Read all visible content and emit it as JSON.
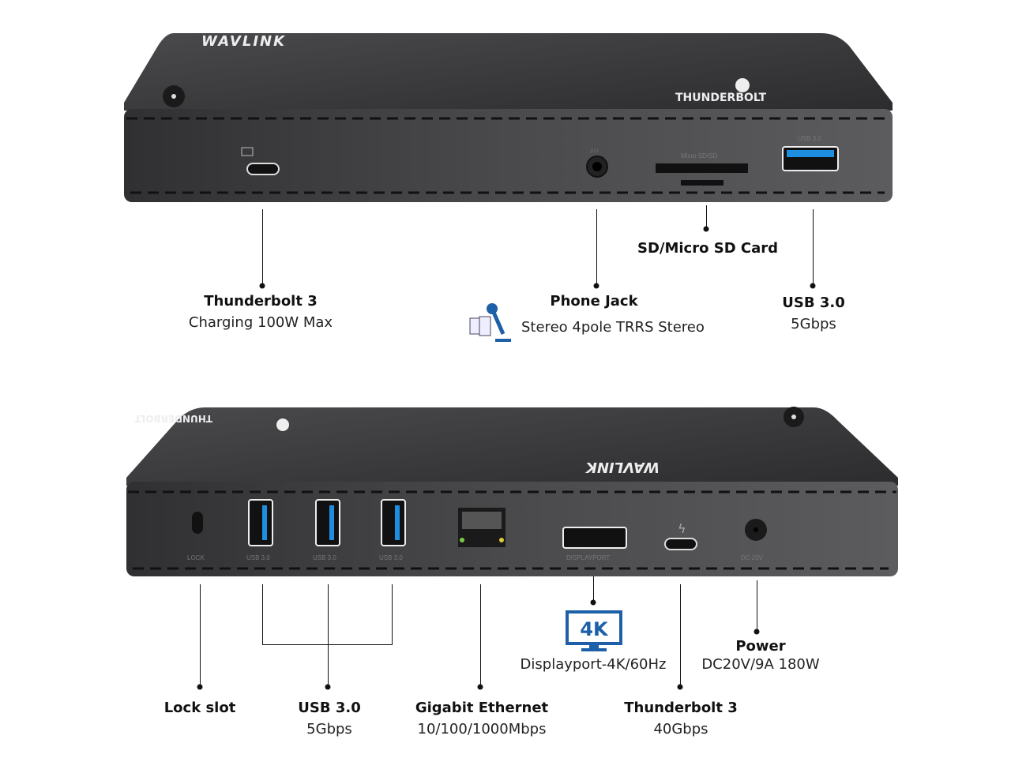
{
  "brand": {
    "logo": "WAVLINK",
    "thunderbolt_logo": "THUNDERBOLT"
  },
  "top_device": {
    "port_labels": {
      "usb": "USB 3.0",
      "sd": "Micro SD/SD"
    },
    "callouts": [
      {
        "title": "Thunderbolt 3",
        "subtitle": "Charging 100W Max"
      },
      {
        "title": "Phone Jack",
        "subtitle": "Stereo 4pole TRRS Stereo"
      },
      {
        "title": "SD/Micro SD Card"
      },
      {
        "title": "USB 3.0",
        "subtitle": "5Gbps"
      }
    ]
  },
  "bottom_device": {
    "port_labels": {
      "lock": "LOCK",
      "usb": "USB 3.0",
      "dp": "DISPLAYPORT",
      "dc": "DC 20V"
    },
    "badge_4k": "4K",
    "callouts": [
      {
        "title": "Lock slot"
      },
      {
        "title": "USB 3.0",
        "subtitle": "5Gbps"
      },
      {
        "title": "Gigabit  Ethernet",
        "subtitle": "10/100/1000Mbps"
      },
      {
        "subtitle": "Displayport-4K/60Hz"
      },
      {
        "title": "Thunderbolt 3",
        "subtitle": "40Gbps"
      },
      {
        "title": "Power",
        "subtitle": "DC20V/9A 180W"
      }
    ]
  },
  "colors": {
    "device": "#3a3a3c",
    "usb_blue": "#1e8fe0",
    "accent_4k": "#1d5fa8"
  }
}
